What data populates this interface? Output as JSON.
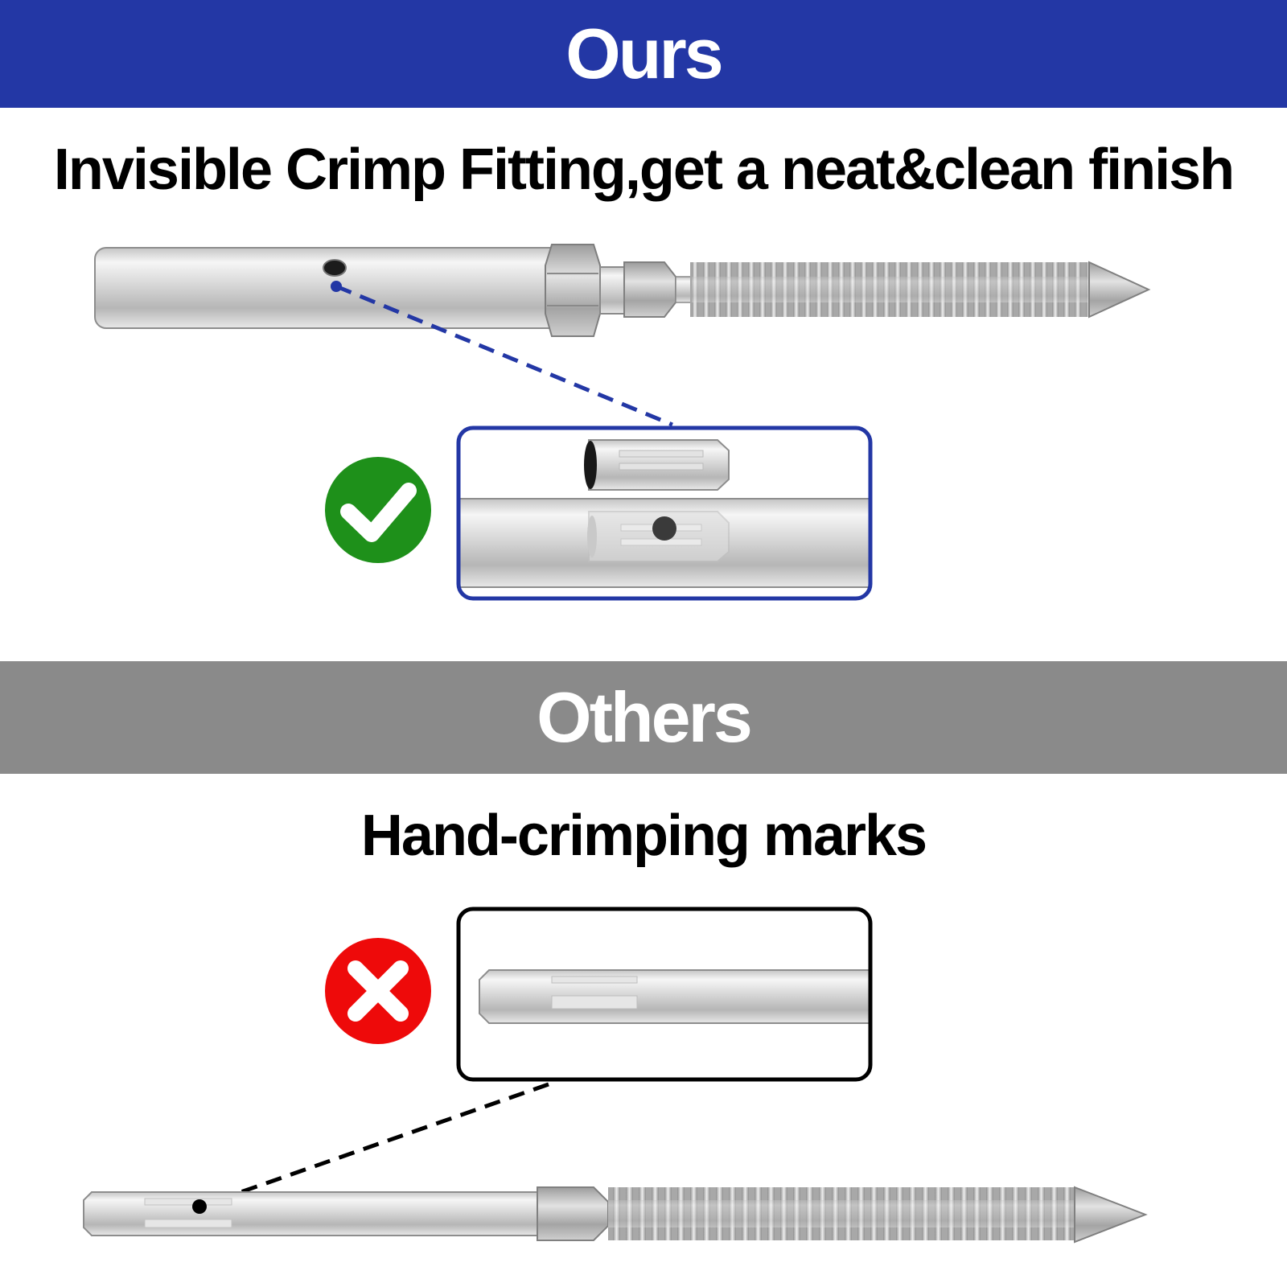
{
  "ours": {
    "label": "Ours",
    "headline": "Invisible Crimp Fitting,get a neat&clean finish",
    "band_color": "#2337a5",
    "mark_color": "#1e901a",
    "mark_icon": "check-icon"
  },
  "others": {
    "label": "Others",
    "headline": "Hand-crimping marks",
    "band_color": "#8a8a8a",
    "mark_color": "#ee0a0a",
    "mark_icon": "cross-icon"
  }
}
